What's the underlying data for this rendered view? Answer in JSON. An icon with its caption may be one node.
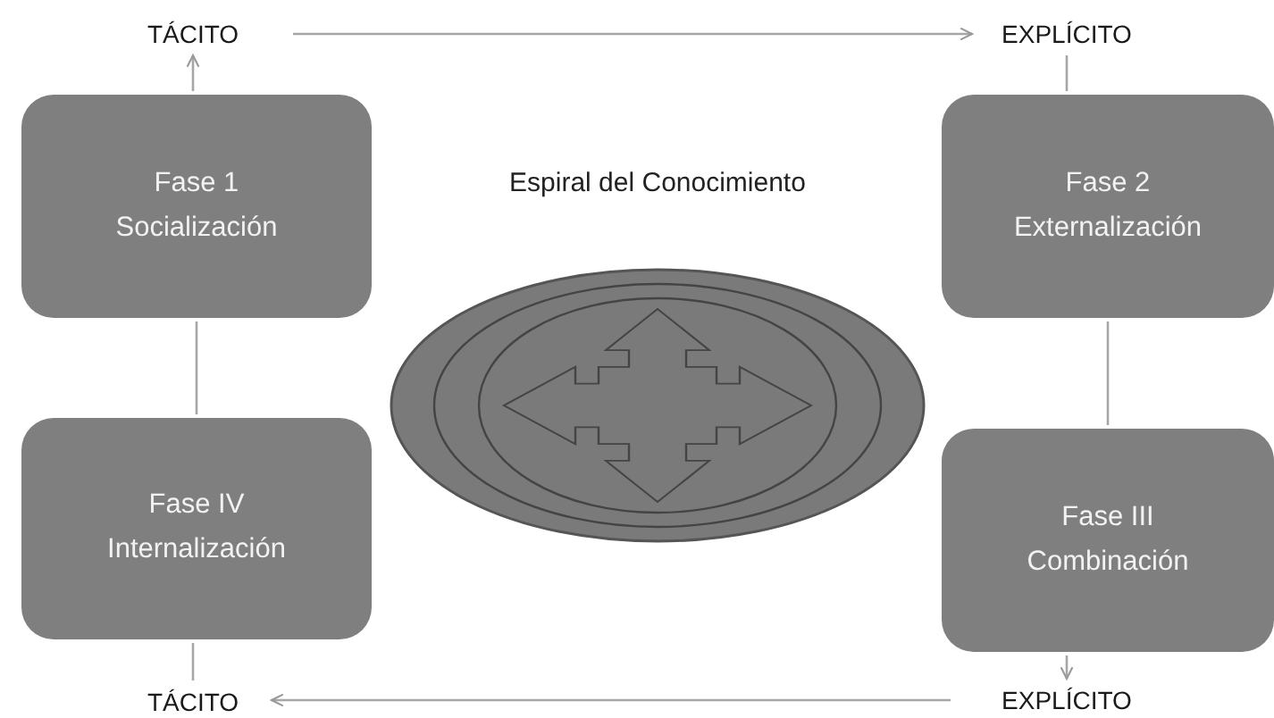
{
  "diagram": {
    "title": "Espiral del Conocimiento",
    "nodes": [
      {
        "text": [
          "TÁCITO"
        ]
      },
      {
        "text": [
          "EXPLÍCITO"
        ]
      },
      {
        "text": [
          "Fase 1",
          "Socialización"
        ]
      },
      {
        "text": [
          "Fase 2",
          "Externalización"
        ]
      },
      {
        "text": [
          "Fase IV",
          "Internalización"
        ]
      },
      {
        "text": [
          "Fase III",
          "Combinación"
        ]
      },
      {
        "text": [
          "TÁCITO"
        ]
      },
      {
        "text": [
          "EXPLÍCITO"
        ]
      }
    ],
    "edges": [
      {
        "from": 0,
        "to": 1,
        "arrow": "to"
      },
      {
        "from": 2,
        "to": 0,
        "arrow": "to"
      },
      {
        "from": 1,
        "to": 3,
        "arrow": "none"
      },
      {
        "from": 3,
        "to": 5,
        "arrow": "none"
      },
      {
        "from": 5,
        "to": 7,
        "arrow": "to"
      },
      {
        "from": 7,
        "to": 6,
        "arrow": "to"
      },
      {
        "from": 4,
        "to": 6,
        "arrow": "none"
      },
      {
        "from": 2,
        "to": 4,
        "arrow": "none"
      }
    ]
  }
}
